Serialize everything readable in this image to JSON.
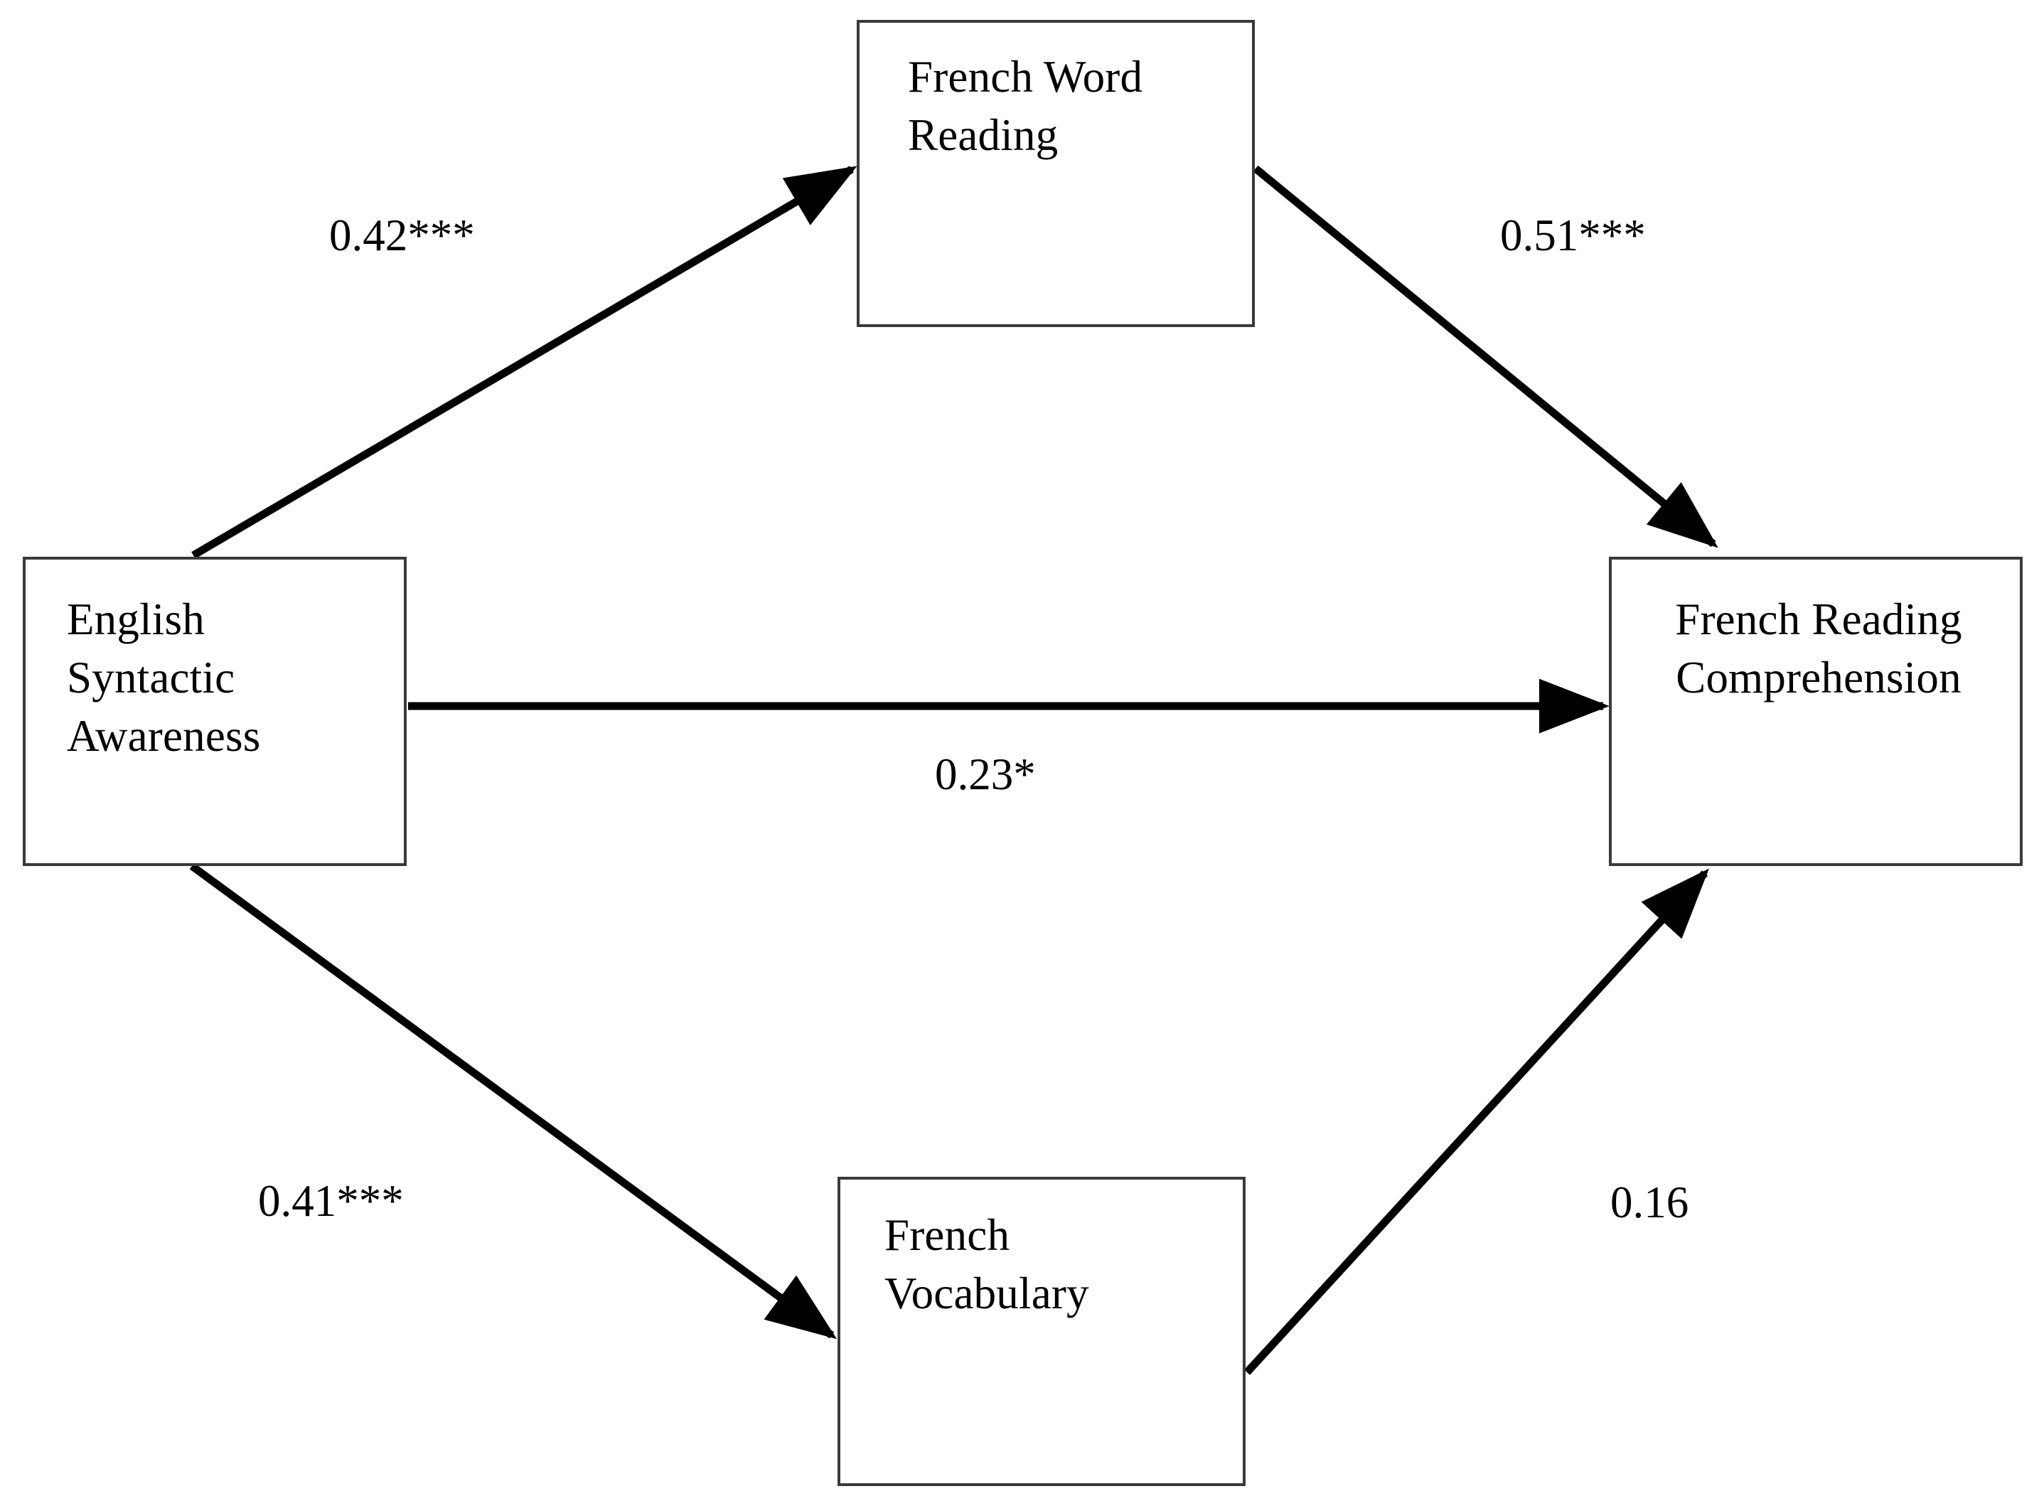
{
  "diagram": {
    "type": "path-model",
    "title": "",
    "nodes": [
      {
        "id": "english-syntactic-awareness",
        "label": "English\nSyntactic\nAwareness"
      },
      {
        "id": "french-word-reading",
        "label": "French Word\nReading"
      },
      {
        "id": "french-vocabulary",
        "label": "French\nVocabulary"
      },
      {
        "id": "french-reading-comprehension",
        "label": "French Reading\nComprehension"
      }
    ],
    "paths": [
      {
        "id": "a1",
        "from": "english-syntactic-awareness",
        "to": "french-word-reading",
        "coefficient": "0.42***",
        "value": 0.42,
        "significance": "***"
      },
      {
        "id": "b1",
        "from": "french-word-reading",
        "to": "french-reading-comprehension",
        "coefficient": "0.51***",
        "value": 0.51,
        "significance": "***"
      },
      {
        "id": "c",
        "from": "english-syntactic-awareness",
        "to": "french-reading-comprehension",
        "coefficient": "0.23*",
        "value": 0.23,
        "significance": "*"
      },
      {
        "id": "a2",
        "from": "english-syntactic-awareness",
        "to": "french-vocabulary",
        "coefficient": "0.41***",
        "value": 0.41,
        "significance": "***"
      },
      {
        "id": "b2",
        "from": "french-vocabulary",
        "to": "french-reading-comprehension",
        "coefficient": "0.16",
        "value": 0.16,
        "significance": ""
      }
    ],
    "colors": {
      "box_border": "#3a3a3a",
      "arrow": "#000000",
      "text": "#000000",
      "background": "#ffffff"
    }
  }
}
